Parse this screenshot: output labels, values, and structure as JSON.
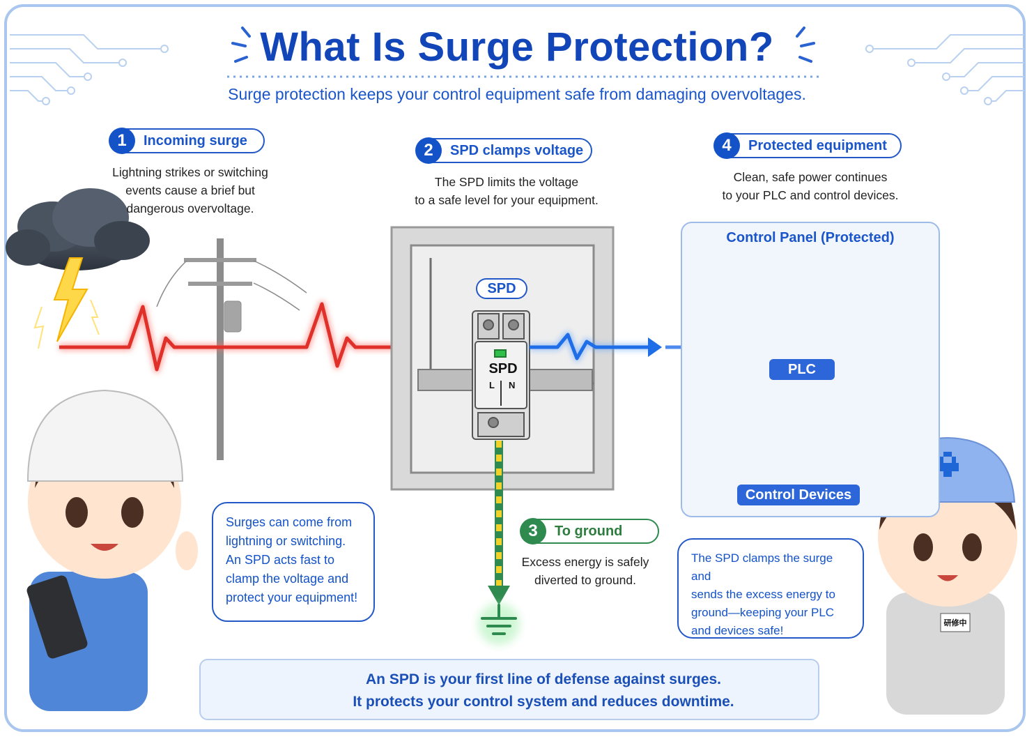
{
  "title": "What Is Surge Protection?",
  "subtitle": "Surge protection keeps your control equipment safe from damaging overvoltages.",
  "steps": [
    {
      "number": "1",
      "label": "Incoming surge",
      "desc": [
        "Lightning strikes or switching",
        "events cause a brief but",
        "dangerous overvoltage."
      ]
    },
    {
      "number": "2",
      "label": "SPD clamps voltage",
      "desc": [
        "The SPD limits the voltage",
        "to a safe level for your equipment."
      ]
    },
    {
      "number": "3",
      "label": "To ground",
      "desc": [
        "Excess energy is safely",
        "diverted to ground."
      ]
    },
    {
      "number": "4",
      "label": "Protected equipment",
      "desc": [
        "Clean, safe power continues",
        "to your PLC and control devices."
      ]
    }
  ],
  "spd": {
    "tag": "SPD",
    "device_label": "SPD",
    "terminal_l": "L",
    "terminal_n": "N"
  },
  "panel": {
    "title": "Control Panel (Protected)",
    "plc_label": "PLC",
    "devices_label": "Control Devices"
  },
  "bubbles": {
    "left": [
      "Surges can come from",
      "lightning or switching.",
      "An SPD acts fast to",
      "clamp the voltage and",
      "protect your equipment!"
    ],
    "right": [
      "The SPD clamps the surge and",
      "sends the excess energy to",
      "ground—keeping your PLC",
      "and devices safe!"
    ]
  },
  "badge_text": "研修中",
  "banner": [
    "An SPD is your first line of defense against surges.",
    "It protects your control system and reduces downtime."
  ],
  "colors": {
    "brand_blue": "#1452c8",
    "surge_red": "#e0302a",
    "clean_blue": "#1f6ee8",
    "ground_green": "#2e8a4e",
    "frame": "#a9c6ee"
  }
}
